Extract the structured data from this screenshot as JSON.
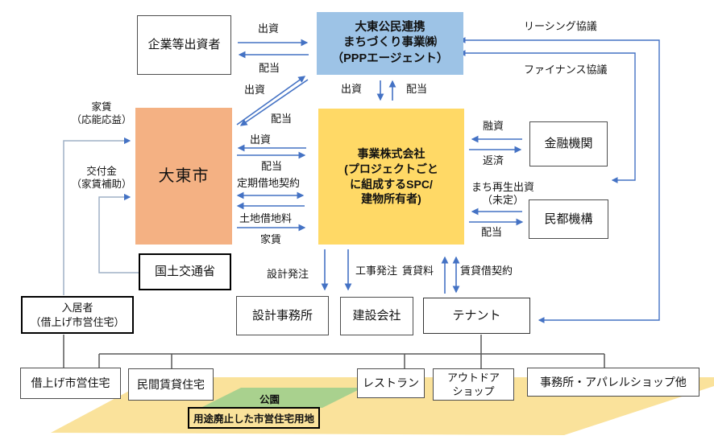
{
  "palette": {
    "arrow_blue": "#4472C4",
    "agent_box_blue": "#9DC3E6",
    "city_box_orange": "#F4B183",
    "spc_box_yellow": "#FFD966",
    "ground_yellow": "#FAE29B",
    "park_green": "#A9D18E",
    "tree_line_gray": "#595959",
    "subsidy_line_gray": "#9FB0C6"
  },
  "boxes": {
    "investors": {
      "label": "企業等出資者"
    },
    "ppp_agent": {
      "lines": [
        "大東公民連携",
        "まちづくり事業㈱",
        "（PPPエージェント）"
      ]
    },
    "daito_city": {
      "label": "大東市"
    },
    "spc": {
      "lines": [
        "事業株式会社",
        "(プロジェクトごと",
        "に組成するSPC/",
        "建物所有者)"
      ]
    },
    "financial_institution": {
      "label": "金融機関"
    },
    "minto_kiko": {
      "label": "民都機構"
    },
    "mlit": {
      "label": "国土交通省"
    },
    "residents": {
      "lines": [
        "入居者",
        "（借上げ市営住宅）"
      ]
    },
    "design_office": {
      "label": "設計事務所"
    },
    "construction_company": {
      "label": "建設会社"
    },
    "tenant": {
      "label": "テナント"
    },
    "leased_municipal_housing": {
      "label": "借上げ市営住宅"
    },
    "private_rental_housing": {
      "label": "民間賃貸住宅"
    },
    "restaurant": {
      "label": "レストラン"
    },
    "outdoor_shop": {
      "lines": [
        "アウトドア",
        "ショップ"
      ]
    },
    "office_apparel": {
      "label": "事務所・アパレルショップ他"
    },
    "park": {
      "label": "公園"
    },
    "site": {
      "label": "用途廃止した市営住宅用地"
    }
  },
  "flows": {
    "investment_top": "出資",
    "dividend_top": "配当",
    "investment_diagonal": "出資",
    "dividend_diagonal": "配当",
    "investment_vertical": "出資",
    "dividend_vertical": "配当",
    "leasing_consult": "リーシング協議",
    "finance_consult": "ファイナンス協議",
    "investment_mid": "出資",
    "dividend_mid": "配当",
    "fixed_term_lease": "定期借地契約",
    "land_rent": "土地借地料",
    "rent_mid": "家賃",
    "loan": "融資",
    "repayment": "返済",
    "machi_investment": [
      "まち再生出資",
      "（未定）"
    ],
    "dividend_minto": "配当",
    "rent_left": [
      "家賃",
      "（応能応益）"
    ],
    "subsidy": [
      "交付金",
      "（家賃補助）"
    ],
    "design_order": "設計発注",
    "construction_order": "工事発注",
    "rent_tenant": "賃貸料",
    "lease_contract": "賃貸借契約"
  }
}
